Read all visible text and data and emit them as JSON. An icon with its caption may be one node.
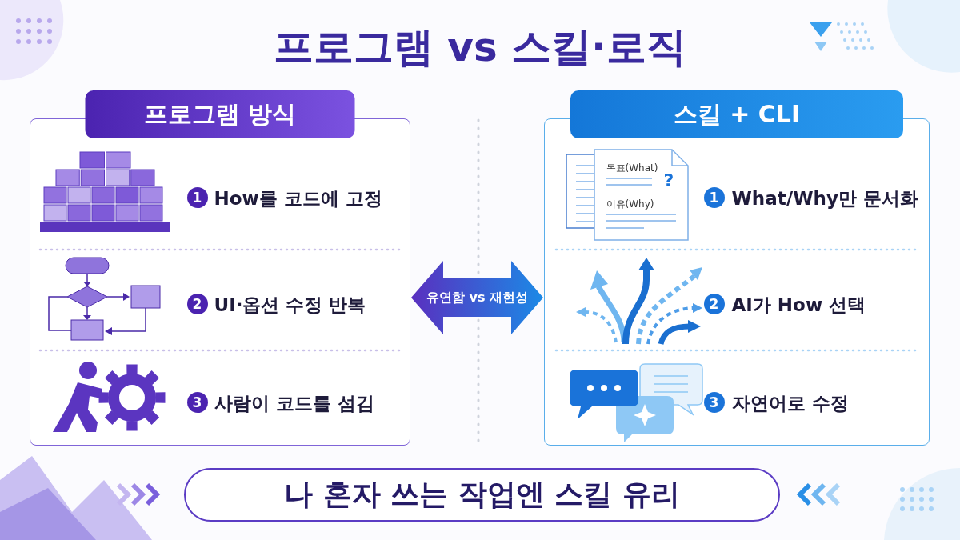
{
  "diagram": {
    "title": "프로그램 vs 스킬·로직",
    "nodes": [
      {
        "text": [
          "프로그램 방식"
        ]
      },
      {
        "text": [
          "스킬 + CLI"
        ]
      },
      {
        "text": [
          "나 혼자 쓰는 작업엔 스킬 유리"
        ]
      }
    ],
    "edges": [
      {
        "from": 0,
        "to": 1,
        "arrow": "both",
        "label": "유연함 vs 재현성"
      }
    ],
    "labels": [
      "1",
      "How를 코드에 고정",
      "2",
      "UI·옵션 수정 반복",
      "3",
      "사람이 코드를 섬김",
      "목표(What)",
      "?",
      "이유(Why)",
      "1",
      "What/Why만 문서화",
      "2",
      "AI가 How 선택",
      "3",
      "자연어로 수정"
    ]
  }
}
